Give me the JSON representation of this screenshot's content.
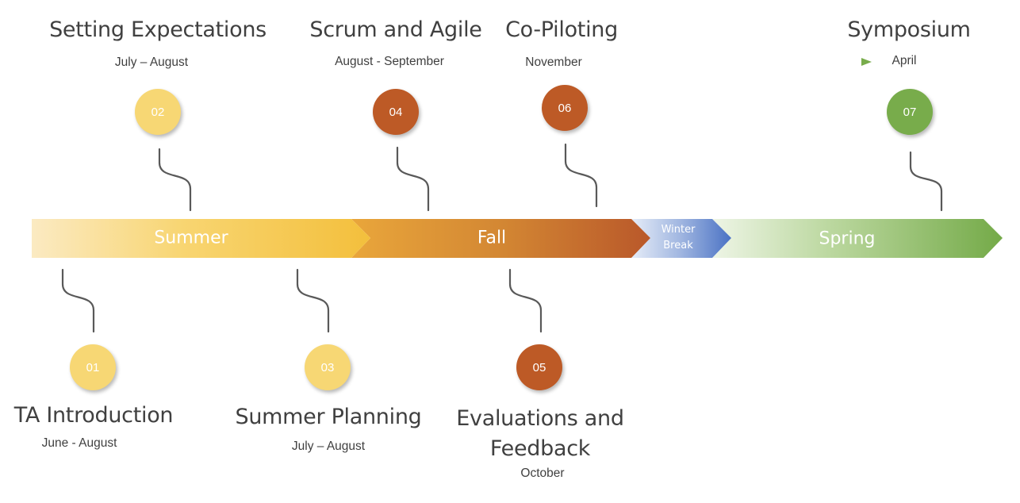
{
  "seasons": {
    "summer": "Summer",
    "fall": "Fall",
    "winter_line1": "Winter",
    "winter_line2": "Break",
    "spring": "Spring"
  },
  "milestones": [
    {
      "number": "01",
      "title": "TA Introduction",
      "date": "June - August"
    },
    {
      "number": "02",
      "title": "Setting Expectations",
      "date": "July – August"
    },
    {
      "number": "03",
      "title": "Summer Planning",
      "date": "July – August"
    },
    {
      "number": "04",
      "title": "Scrum and Agile",
      "date": "August - September"
    },
    {
      "number": "05",
      "title": "Evaluations and Feedback",
      "date": "October"
    },
    {
      "number": "06",
      "title": "Co-Piloting",
      "date": "November"
    },
    {
      "number": "07",
      "title": "Symposium",
      "date": "April"
    }
  ],
  "colors": {
    "yellow": "#f7d774",
    "orange": "#bd5a26",
    "green": "#78ac4b",
    "blue": "#4a72c4",
    "connector": "#595959"
  }
}
